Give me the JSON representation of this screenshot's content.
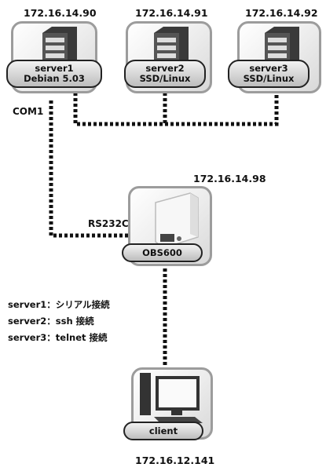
{
  "servers": [
    {
      "ip": "172.16.14.90",
      "name": "server1",
      "os": "Debian 5.03"
    },
    {
      "ip": "172.16.14.91",
      "name": "server2",
      "os": "SSD/Linux"
    },
    {
      "ip": "172.16.14.92",
      "name": "server3",
      "os": "SSD/Linux"
    }
  ],
  "com_label": "COM1",
  "rs232c_label": "RS232C",
  "obs": {
    "ip": "172.16.14.98",
    "name": "OBS600"
  },
  "legend": [
    "server1：シリアル接続",
    "server2：ssh 接続",
    "server3：telnet 接続"
  ],
  "client": {
    "name": "client",
    "ip": "172.16.12.141"
  }
}
